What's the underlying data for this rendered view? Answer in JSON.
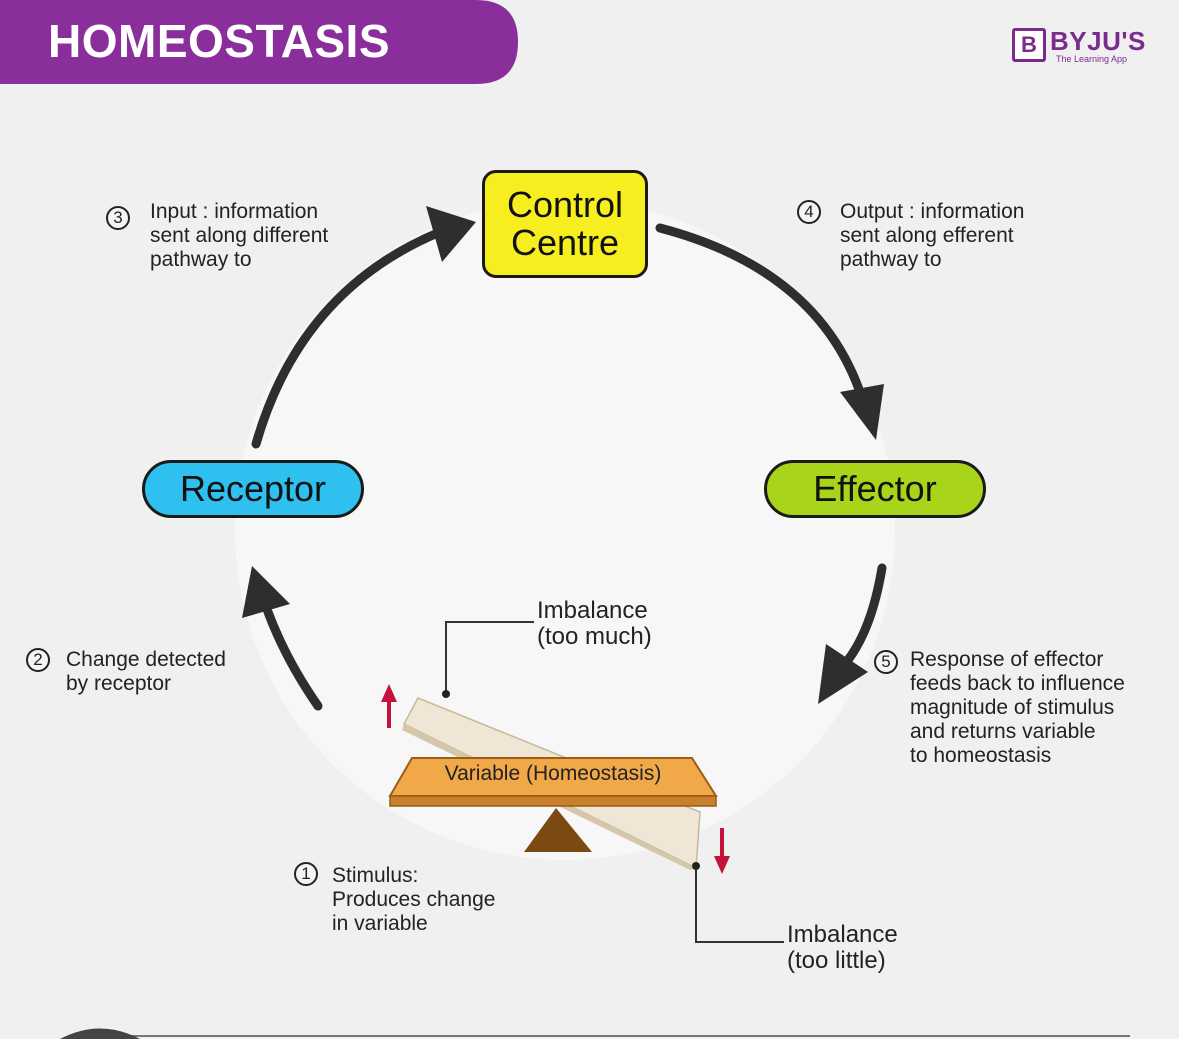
{
  "header": {
    "title": "HOMEOSTASIS",
    "brand": {
      "logo_letter": "B",
      "name": "BYJU'S",
      "tagline": "The Learning App"
    }
  },
  "nodes": {
    "control_centre": "Control Centre",
    "receptor": "Receptor",
    "effector": "Effector"
  },
  "steps": [
    {
      "number": "1",
      "text_lines": [
        "Stimulus:",
        "Produces change",
        "in variable"
      ]
    },
    {
      "number": "2",
      "text_lines": [
        "Change detected",
        "by receptor"
      ]
    },
    {
      "number": "3",
      "text_lines": [
        "Input : information",
        "sent along different",
        "pathway to"
      ]
    },
    {
      "number": "4",
      "text_lines": [
        "Output : information",
        "sent along efferent",
        "pathway to"
      ]
    },
    {
      "number": "5",
      "text_lines": [
        "Response of effector",
        "feeds back to influence",
        "magnitude of stimulus",
        "and returns variable",
        "to homeostasis"
      ]
    }
  ],
  "balance": {
    "variable_label": "Variable (Homeostasis)",
    "imbalance_high": [
      "Imbalance",
      "(too much)"
    ],
    "imbalance_low": [
      "Imbalance",
      "(too little)"
    ]
  },
  "colors": {
    "banner": "#8a2e9c",
    "control_centre": "#f7ee1f",
    "receptor": "#2ec0ee",
    "effector": "#a8d419",
    "arrow": "#2e2e2e",
    "plank": "#f0a848",
    "fulcrum": "#7a4a12",
    "indicator_arrow": "#c4123c"
  }
}
